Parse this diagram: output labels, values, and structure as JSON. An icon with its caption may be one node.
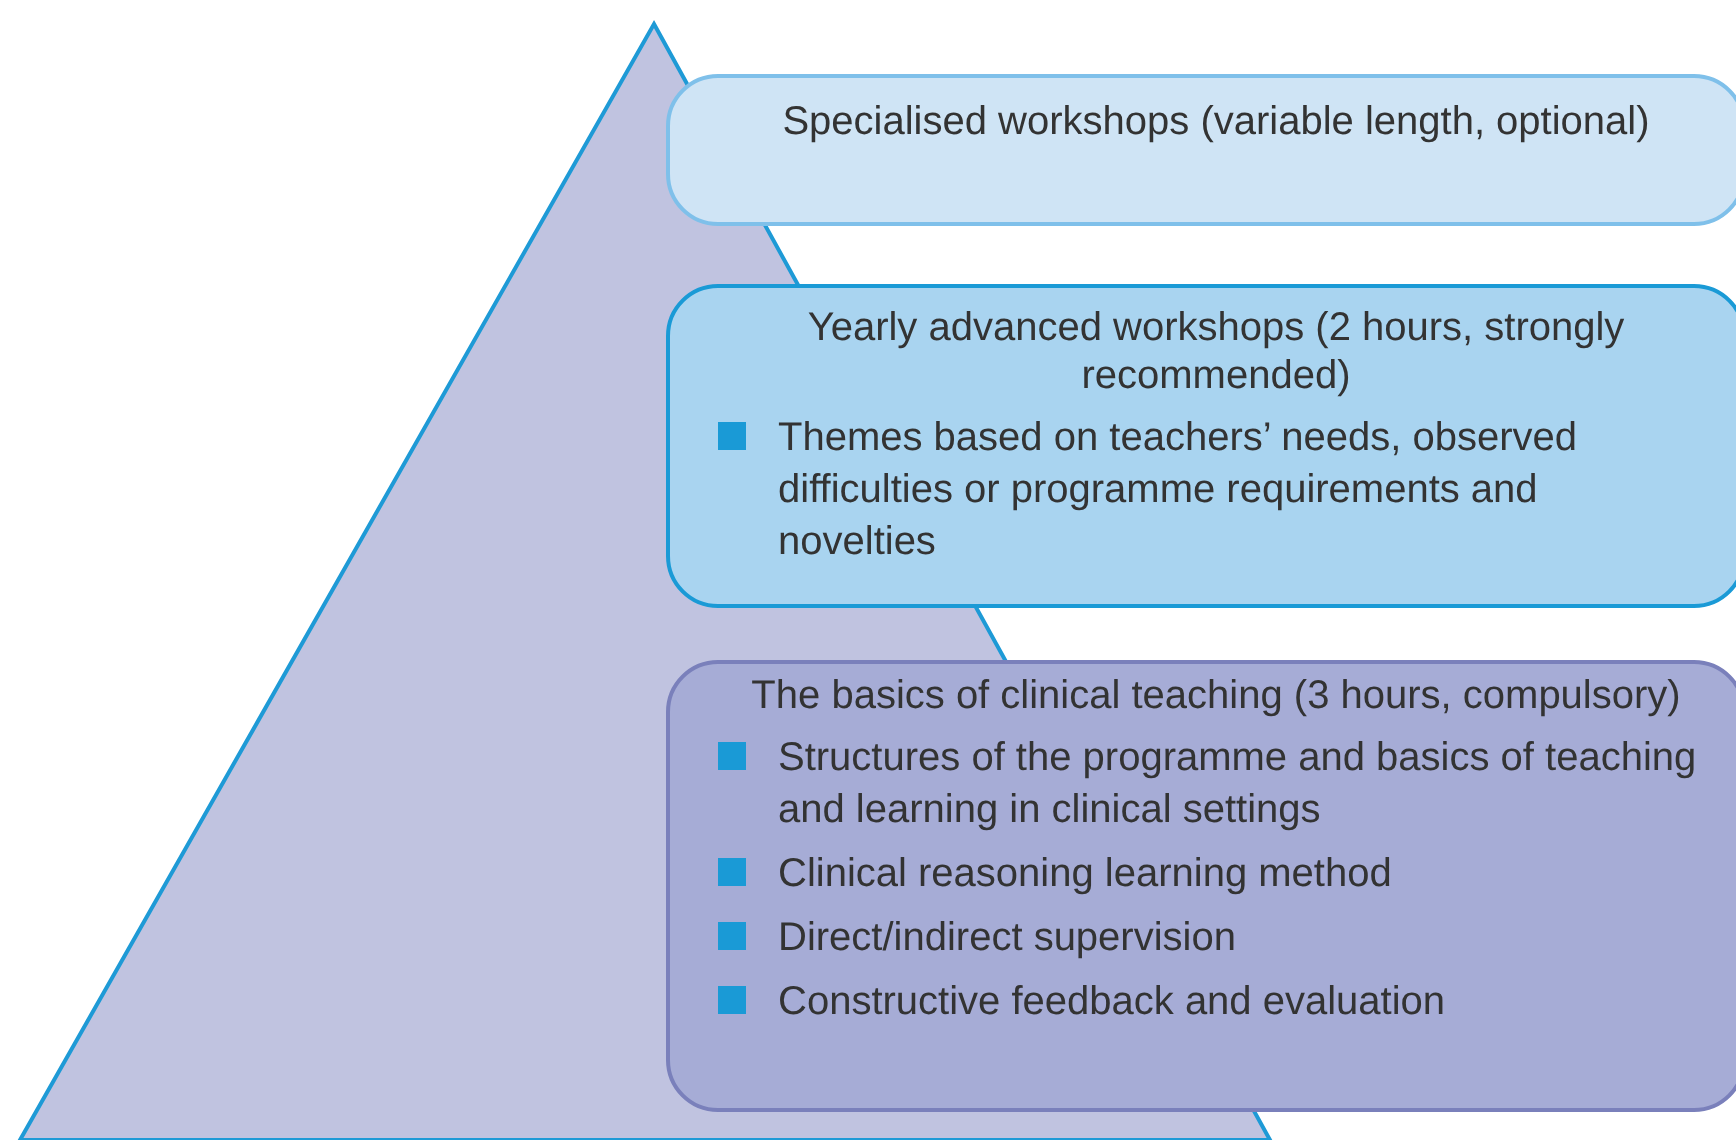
{
  "diagram": {
    "nodes": [
      {
        "text": [
          "Specialised workshops (variable length, optional)"
        ]
      },
      {
        "text": [
          "Yearly advanced workshops (2 hours, strongly recommended)",
          "Themes based on teachers’ needs, observed difficulties or programme requirements and novelties"
        ]
      },
      {
        "text": [
          "The basics of clinical teaching (3 hours, compulsory)",
          "Structures of the programme and basics of teaching and learning in clinical settings",
          "Clinical reasoning learning method",
          "Direct/indirect supervision",
          "Constructive feedback and evaluation"
        ]
      }
    ],
    "edges": []
  }
}
